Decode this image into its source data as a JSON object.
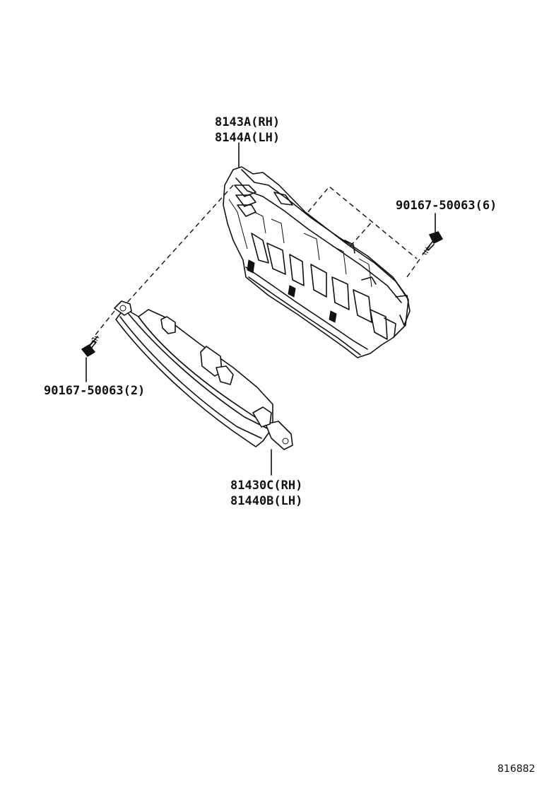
{
  "callouts": {
    "bracket_upper_rh": "8143A(RH)",
    "bracket_upper_lh": "8144A(LH)",
    "screw_right": "90167-50063(6)",
    "screw_left": "90167-50063(2)",
    "lamp_rh": "81430C(RH)",
    "lamp_lh": "81440B(LH)"
  },
  "diagram_ref": "816882"
}
